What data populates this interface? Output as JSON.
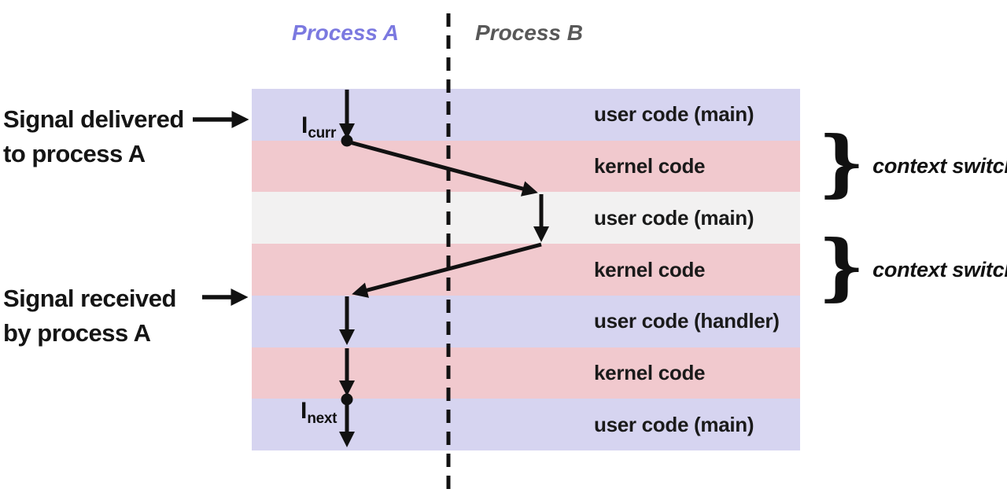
{
  "diagram": {
    "process_a_label": "Process A",
    "process_b_label": "Process B",
    "bands": [
      {
        "label": "user code (main)",
        "color": "lavender"
      },
      {
        "label": "kernel code",
        "color": "pink"
      },
      {
        "label": "user code (main)",
        "color": "gray"
      },
      {
        "label": "kernel code",
        "color": "pink"
      },
      {
        "label": "user code (handler)",
        "color": "lavender"
      },
      {
        "label": "kernel code",
        "color": "pink"
      },
      {
        "label": "user code (main)",
        "color": "lavender"
      }
    ],
    "left_annotations": [
      {
        "line1": "Signal delivered",
        "line2": "to process A"
      },
      {
        "line1": "Signal received",
        "line2": "by process A"
      }
    ],
    "context_switch_annotations": [
      {
        "brace": "}",
        "label": "context switch"
      },
      {
        "brace": "}",
        "label": "context switch"
      }
    ],
    "instruction_markers": [
      {
        "base": "I",
        "sub": "curr"
      },
      {
        "base": "I",
        "sub": "next"
      }
    ],
    "colors": {
      "band_lavender": "#d6d4f0",
      "band_pink": "#f1c9ce",
      "band_gray": "#f2f1f1",
      "process_a_title": "#7b79e0",
      "process_b_title": "#585858",
      "line": "#111111"
    }
  }
}
